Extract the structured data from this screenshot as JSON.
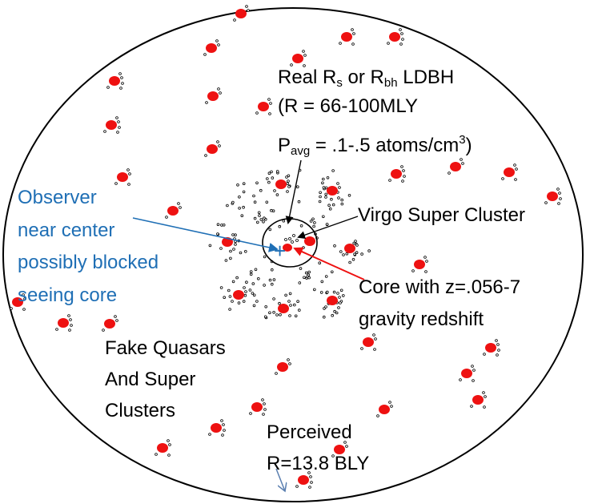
{
  "labels": {
    "ldbh_prefix": "Real R",
    "ldbh_s": "s",
    "ldbh_mid": " or R",
    "ldbh_bh": "bh",
    "ldbh_suffix": " LDBH",
    "radius": "(R = 66-100MLY",
    "p": "P",
    "p_sub": "avg",
    "p_mid": " = .1-.5 atoms/cm",
    "p_sup": "3",
    "p_end": ")",
    "observer": [
      "Observer",
      "near center",
      "possibly blocked",
      "seeing core"
    ],
    "virgo": "Virgo Super  Cluster",
    "core": [
      "Core with z=.056-7",
      "gravity redshift"
    ],
    "fake": [
      "Fake Quasars",
      "And Super",
      "Clusters"
    ],
    "perceived": [
      "Perceived",
      "R=13.8 BLY"
    ]
  },
  "colors": {
    "blob": "#ee1111",
    "outline": "#000000",
    "observer_arrow": "#1f6fb5",
    "core_arrow": "#ee1111",
    "perceived_arrow": "#5a7fb0"
  }
}
